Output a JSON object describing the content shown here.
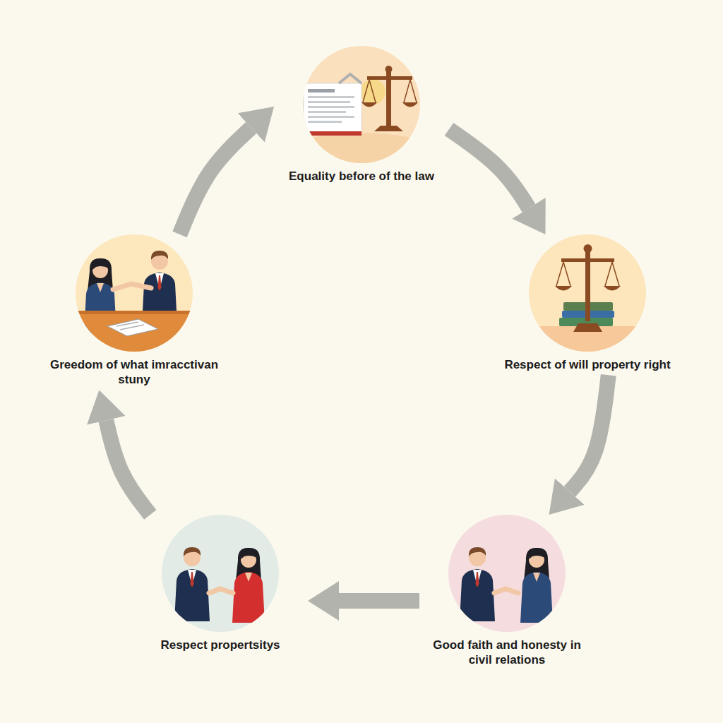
{
  "diagram": {
    "nodes": [
      {
        "text": [
          "Equality before of the law"
        ]
      },
      {
        "text": [
          "Respect of will property right"
        ]
      },
      {
        "text": [
          "Good faith and honesty in civil relations"
        ]
      },
      {
        "text": [
          "Respect propertsitys"
        ]
      },
      {
        "text": [
          "Greedom of what imracctivan stuny"
        ]
      }
    ],
    "edges": [
      {
        "from": 0,
        "to": 1,
        "arrow": "to"
      },
      {
        "from": 1,
        "to": 2,
        "arrow": "to"
      },
      {
        "from": 2,
        "to": 3,
        "arrow": "to"
      },
      {
        "from": 3,
        "to": 4,
        "arrow": "to"
      },
      {
        "from": 4,
        "to": 0,
        "arrow": "to"
      }
    ]
  }
}
